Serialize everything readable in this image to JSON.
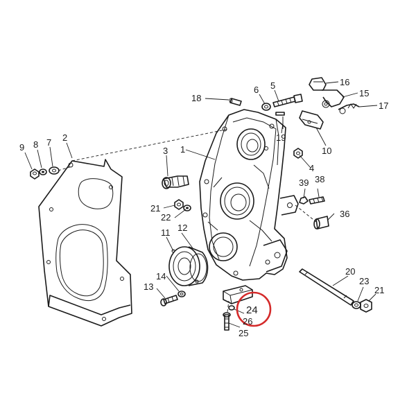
{
  "labels": {
    "l1": "1",
    "l2": "2",
    "l3": "3",
    "l4": "4",
    "l5": "5",
    "l6": "6",
    "l7": "7",
    "l8": "8",
    "l9": "9",
    "l10": "10",
    "l11": "11",
    "l12": "12",
    "l13": "13",
    "l14": "14",
    "l15": "15",
    "l16": "16",
    "l17": "17",
    "l18": "18",
    "l19": "19",
    "l20": "20",
    "l21a": "21",
    "l21b": "21",
    "l22": "22",
    "l23": "23",
    "l24": "24",
    "l25": "25",
    "l26": "26",
    "l36": "36",
    "l38": "38",
    "l39": "39"
  },
  "highlight": {
    "label": "24",
    "color": "#d42a2a"
  }
}
